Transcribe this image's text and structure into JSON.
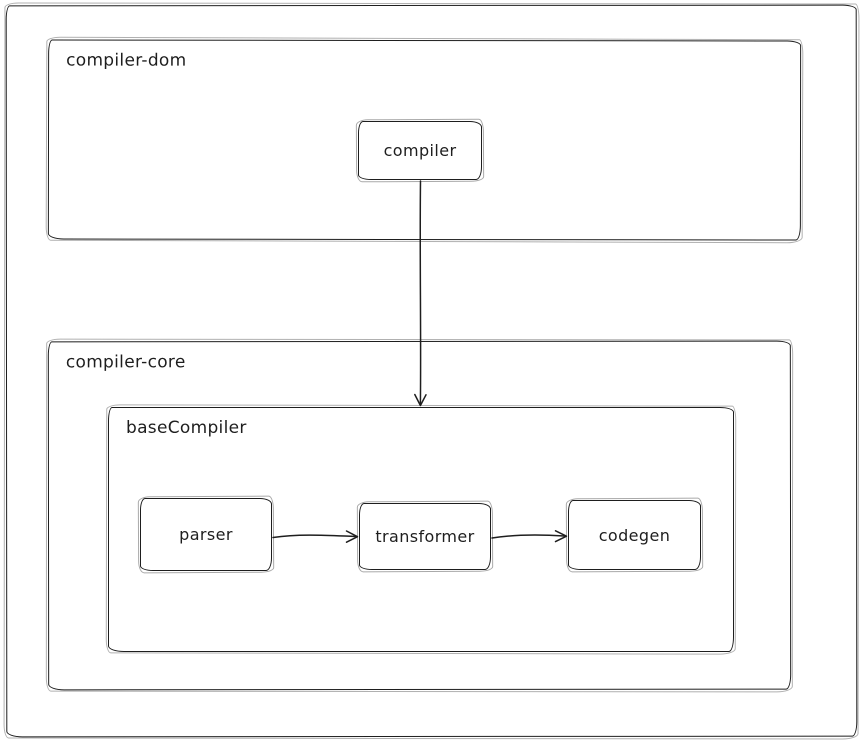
{
  "diagram": {
    "colors": {
      "stroke": "#1e1e1e",
      "background": "#ffffff"
    },
    "containers": {
      "compiler_dom": {
        "label": "compiler-dom"
      },
      "compiler_core": {
        "label": "compiler-core"
      },
      "base_compiler": {
        "label": "baseCompiler"
      }
    },
    "nodes": {
      "compiler": {
        "label": "compiler"
      },
      "parser": {
        "label": "parser"
      },
      "transformer": {
        "label": "transformer"
      },
      "codegen": {
        "label": "codegen"
      }
    },
    "edges": [
      {
        "from": "compiler",
        "to": "baseCompiler",
        "direction": "down"
      },
      {
        "from": "parser",
        "to": "transformer",
        "direction": "right"
      },
      {
        "from": "transformer",
        "to": "codegen",
        "direction": "right"
      }
    ]
  }
}
